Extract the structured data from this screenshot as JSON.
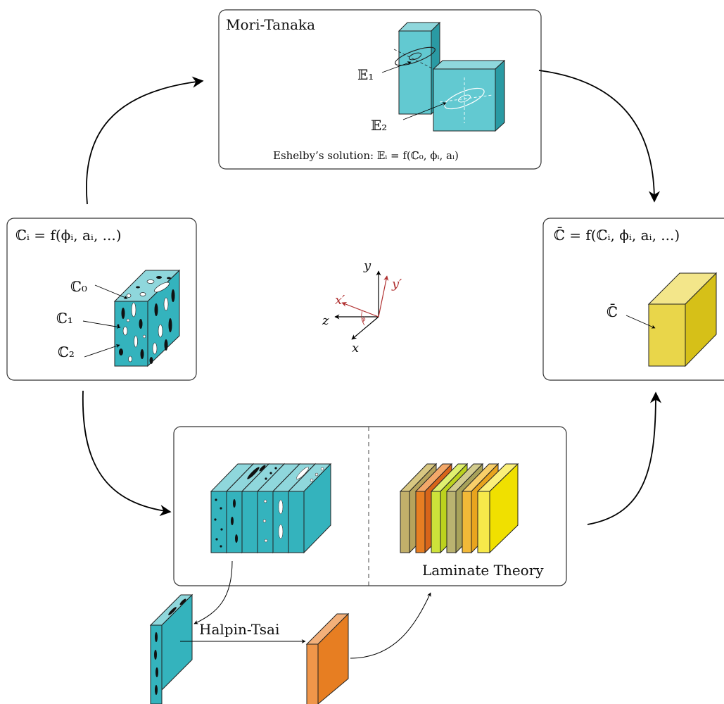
{
  "mori_tanaka": {
    "title": "Mori-Tanaka",
    "e1_label": "𝔼₁",
    "e2_label": "𝔼₂",
    "eshelby_caption": "Eshelby’s solution: 𝔼ᵢ = f(ℂ₀, ϕᵢ, aᵢ)"
  },
  "inclusion_box": {
    "formula": "ℂᵢ = f(ϕᵢ, aᵢ, ...)",
    "c0_label": "ℂ₀",
    "c1_label": "ℂ₁",
    "c2_label": "ℂ₂"
  },
  "effective_box": {
    "formula": "ℂ̄ = f(ℂᵢ, ϕᵢ, aᵢ, ...)",
    "c_bar_label": "ℂ̄"
  },
  "axes": {
    "y": "y",
    "y_prime": "y′",
    "x_prime": "x′",
    "z": "z",
    "x": "x",
    "phi": "ϕ"
  },
  "laminate_box": {
    "caption": "Laminate Theory"
  },
  "halpin_tsai": {
    "label": "Halpin-Tsai"
  },
  "colors": {
    "teal_front": "#34b3bd",
    "teal_top": "#8fd7dc",
    "teal_side": "#2a9aa3",
    "yellow_front": "#e9d64a",
    "yellow_top": "#f3e68a",
    "yellow_side": "#d6c018",
    "orange_front": "#e77e22"
  }
}
